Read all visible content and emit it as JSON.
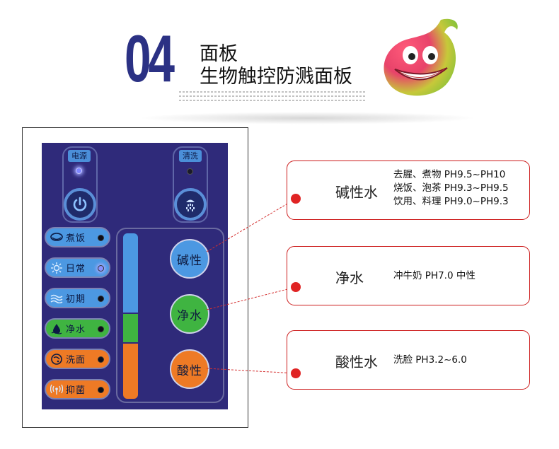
{
  "header": {
    "number": "04",
    "line1": "面板",
    "line2": "生物触控防溅面板"
  },
  "panel": {
    "power_tag": "电源",
    "rinse_tag": "清洗",
    "modes": [
      {
        "label": "煮饭",
        "color": "#4c98e2",
        "led_on": false
      },
      {
        "label": "日常",
        "color": "#4c98e2",
        "led_on": true
      },
      {
        "label": "初期",
        "color": "#4c98e2",
        "led_on": false
      },
      {
        "label": "净水",
        "color": "#3fb441",
        "led_on": false
      },
      {
        "label": "洗面",
        "color": "#ee7a25",
        "led_on": false
      },
      {
        "label": "抑菌",
        "color": "#ee7a25",
        "led_on": false
      }
    ],
    "alkaline_button": "碱性",
    "pure_button": "净水",
    "acid_button": "酸性"
  },
  "callouts": {
    "alkaline": {
      "title": "碱性水",
      "lines": [
        "去腥、煮物 PH9.5~PH10",
        "烧饭、泡茶 PH9.3~PH9.5",
        "饮用、料理 PH9.0~PH9.3"
      ]
    },
    "pure": {
      "title": "净水",
      "lines": [
        "冲牛奶 PH7.0 中性"
      ]
    },
    "acid": {
      "title": "酸性水",
      "lines": [
        "洗脸 PH3.2~6.0"
      ]
    }
  },
  "colors": {
    "panel": "#2f2a7a",
    "accent_blue": "#4c98e2",
    "accent_green": "#3fb441",
    "accent_orange": "#ee7a25",
    "callout_border": "#cc1a1a",
    "title_number": "#2b3184"
  }
}
